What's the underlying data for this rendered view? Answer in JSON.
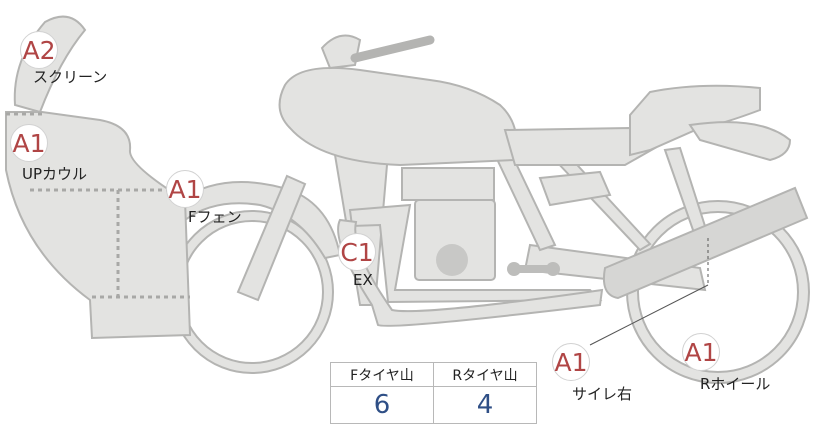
{
  "labels": {
    "screen": {
      "grade": "A2",
      "name": "スクリーン"
    },
    "upper_cowl": {
      "grade": "A1",
      "name": "UPカウル"
    },
    "front_fender": {
      "grade": "A1",
      "name": "Fフェン"
    },
    "exhaust": {
      "grade": "C1",
      "name": "EX"
    },
    "silencer": {
      "grade": "A1",
      "name": "サイレ右"
    },
    "rear_wheel": {
      "grade": "A1",
      "name": "Rホイール"
    }
  },
  "tire_tread": {
    "front_header": "Fタイヤ山",
    "rear_header": "Rタイヤ山",
    "front_value": "6",
    "rear_value": "4"
  },
  "colors": {
    "grade_text": "#b04545",
    "tread_value": "#2f4f86",
    "bike_fill": "#e3e3e1"
  }
}
